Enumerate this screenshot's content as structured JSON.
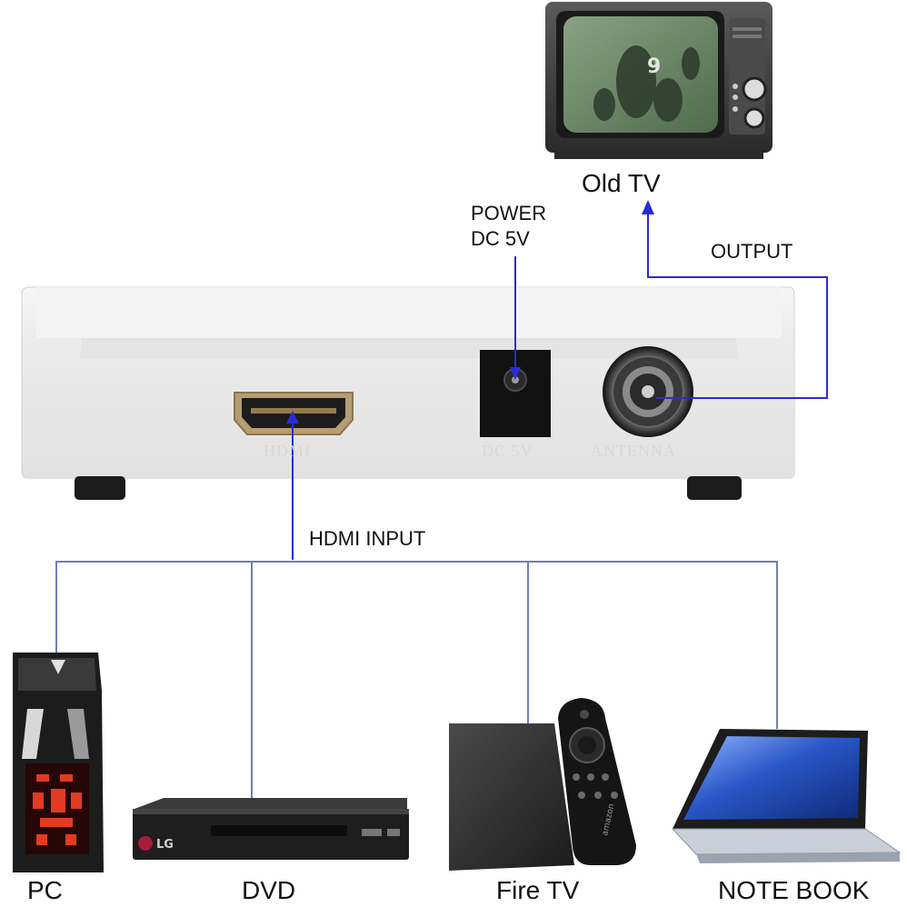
{
  "labels": {
    "old_tv": "Old TV",
    "power_line1": "POWER",
    "power_line2": "DC 5V",
    "output": "OUTPUT",
    "hdmi_input": "HDMI INPUT"
  },
  "port_labels": {
    "hdmi": "HDMI",
    "dc5v": "DC 5V",
    "antenna": "ANTENNA"
  },
  "tv_jersey_number": "9",
  "devices": [
    {
      "name": "PC"
    },
    {
      "name": "DVD",
      "brand": "LG"
    },
    {
      "name": "Fire TV",
      "remote_brand": "amazon"
    },
    {
      "name": "NOTE BOOK"
    }
  ],
  "colors": {
    "wire": "#2b2bd6",
    "wire_gray": "#6f7fb0",
    "box_body": "#eeeeee",
    "tv_wood": "#3b3b3b",
    "screen_green": "#6f8f6a"
  }
}
